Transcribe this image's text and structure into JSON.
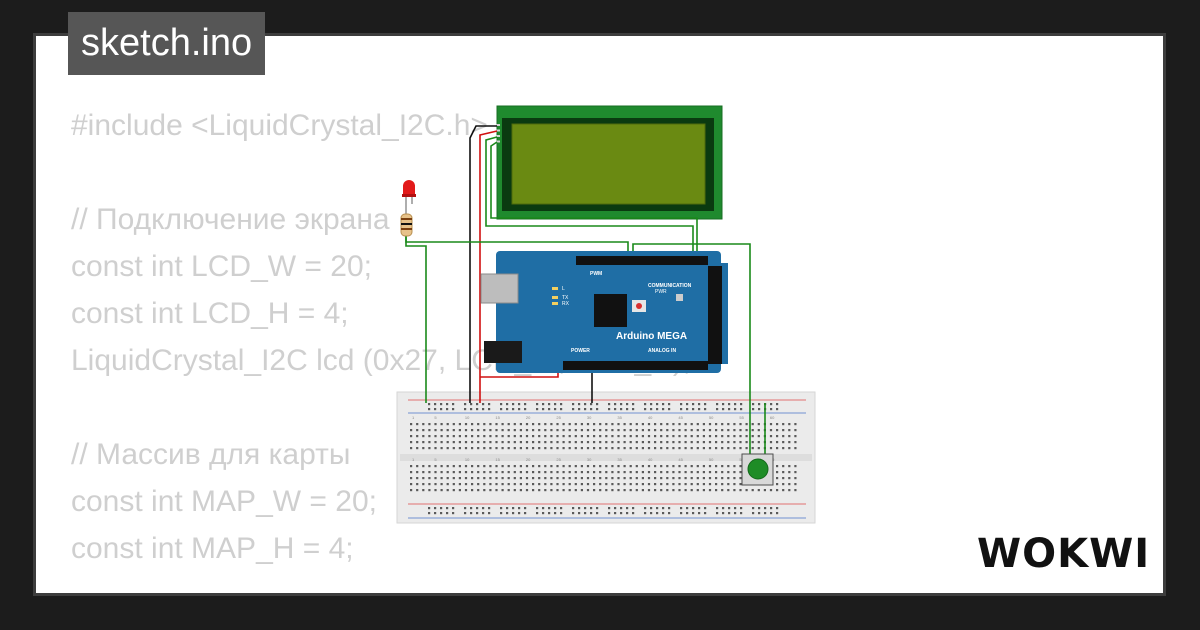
{
  "file_tab": {
    "title": "sketch.ino"
  },
  "code_lines": [
    "#include <LiquidCrystal_I2C.h>",
    "",
    "// Подключение экрана",
    "const int LCD_W = 20;",
    "const int LCD_H = 4;",
    "LiquidCrystal_I2C lcd (0x27, LCD_W, LCD_H);",
    "",
    "// Массив для карты",
    "const int MAP_W = 20;",
    "const int MAP_H = 4;"
  ],
  "board": {
    "name": "Arduino MEGA",
    "pwm_label": "PWM",
    "communication_label": "COMMUNICATION",
    "power_label": "POWER",
    "analog_label": "ANALOG IN",
    "l_label": "L",
    "tx_label": "TX",
    "rx_label": "RX",
    "pwr_label": "PWR"
  },
  "breadboard": {
    "column_numbers": [
      "1",
      "5",
      "10",
      "15",
      "20",
      "25",
      "30",
      "35",
      "40",
      "45",
      "50",
      "55",
      "60"
    ]
  },
  "logo": {
    "text": "WOKWI"
  },
  "colors": {
    "background": "#1c1c1c",
    "card": "#ffffff",
    "card_border": "#3d3d3d",
    "tab": "#565656",
    "code_text": "#cfcfcf",
    "lcd_board": "#1f8a2e",
    "lcd_screen": "#6a8a12",
    "arduino": "#1f6ea5",
    "wire_green": "#1a8a1a",
    "wire_red": "#d01010",
    "wire_black": "#111111",
    "button_cap": "#1e8c26",
    "led": "#e21a1a"
  }
}
